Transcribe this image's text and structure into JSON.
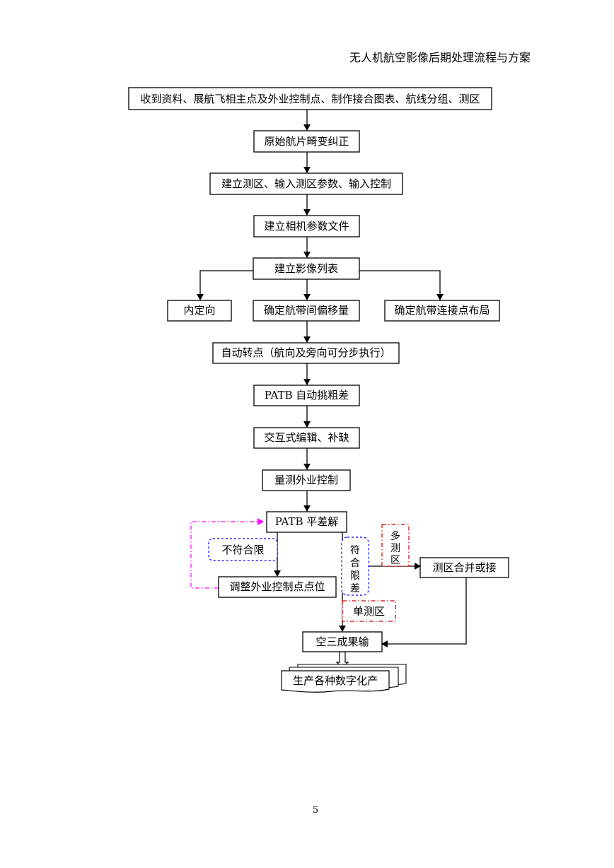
{
  "header": {
    "title": "无人机航空影像后期处理流程与方案"
  },
  "flow": {
    "steps": {
      "collect": "收到资料、展航飞相主点及外业控制点、制作接合图表、航线分组、测区",
      "distortion": "原始航片畸变纠正",
      "create_area": "建立测区、输入测区参数、输入控制",
      "camera_file": "建立相机参数文件",
      "image_list": "建立影像列表",
      "inner_orientation": "内定向",
      "strip_offset": "确定航带间偏移量",
      "strip_tie_layout": "确定航带连接点布局",
      "auto_transfer": "自动转点（航向及旁向可分步执行）",
      "patb_gross_error": "PATB 自动挑粗差",
      "interactive_edit": "交互式编辑、补缺",
      "measure_control": "量测外业控制",
      "patb_adjust": "PATB 平差解",
      "adjust_control": "调整外业控制点点位",
      "merge_areas": "测区合并或接",
      "aerial_result": "空三成果输",
      "digital_products": "生产各种数字化产"
    },
    "conditions": {
      "out_of_limit": "不符合限",
      "within_limit": [
        "符",
        "合",
        "限",
        "差"
      ],
      "multi_area": [
        "多",
        "测",
        "区"
      ],
      "single_area": "单测区"
    },
    "colors": {
      "line": "#000000",
      "magenta_loop": "#ff00ff",
      "blue_condition": "#0000ff",
      "red_condition": "#cc0000"
    }
  },
  "footer": {
    "page_number": "5"
  }
}
